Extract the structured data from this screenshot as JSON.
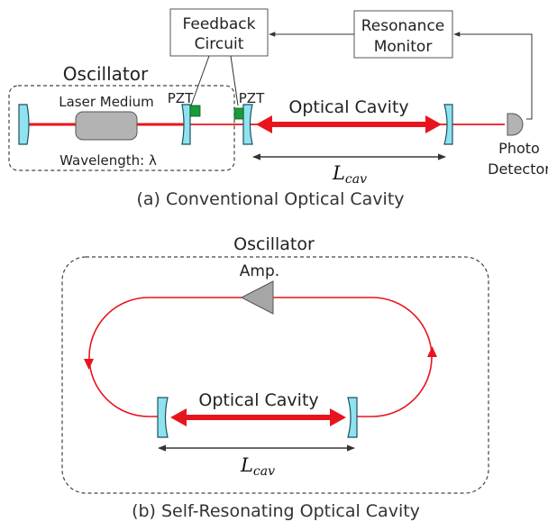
{
  "colors": {
    "beam": "#e8141d",
    "mirror_fill": "#8fe3ee",
    "mirror_stroke": "#1c4f63",
    "pzt": "#1a9a3a",
    "laser_medium": "#b3b3b3",
    "amplifier": "#a6a6a6",
    "line": "#333333",
    "dashed_box": "#444444"
  },
  "top": {
    "feedback_circuit_line1": "Feedback",
    "feedback_circuit_line2": "Circuit",
    "resonance_monitor_line1": "Resonance",
    "resonance_monitor_line2": "Monitor",
    "oscillator_label": "Oscillator",
    "laser_medium_label": "Laser Medium",
    "wavelength_label": "Wavelength: λ",
    "pzt_left_label": "PZT",
    "pzt_right_label": "PZT",
    "optical_cavity_label": "Optical Cavity",
    "cavity_length_main": "L",
    "cavity_length_sub": "cav",
    "photo_detector_line1": "Photo",
    "photo_detector_line2": "Detector",
    "caption": "(a) Conventional Optical Cavity"
  },
  "bottom": {
    "oscillator_label": "Oscillator",
    "amp_label": "Amp.",
    "optical_cavity_label": "Optical Cavity",
    "cavity_length_main": "L",
    "cavity_length_sub": "cav",
    "caption": "(b) Self-Resonating Optical Cavity"
  }
}
